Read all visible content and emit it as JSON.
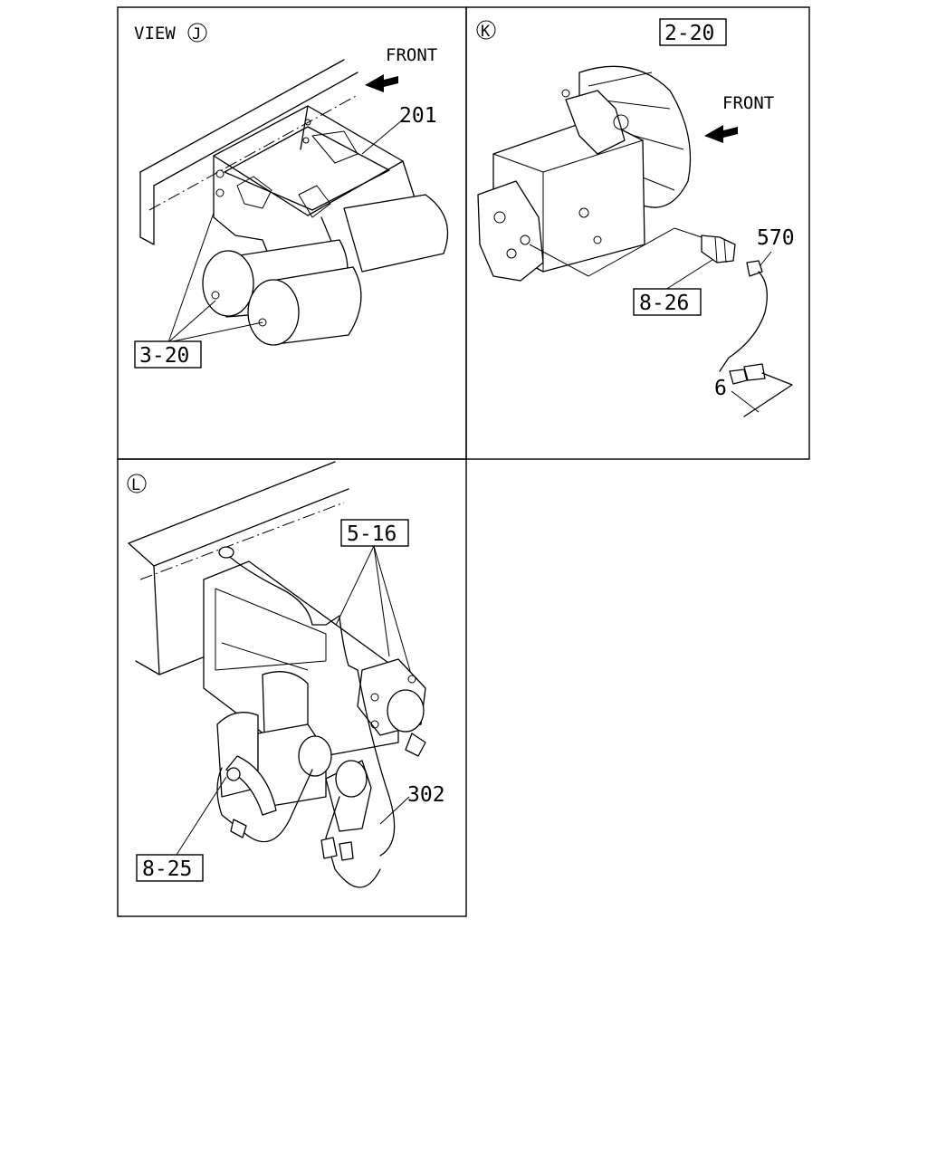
{
  "panels": {
    "J": {
      "view_word": "VIEW",
      "view_letter": "J",
      "front": "FRONT",
      "part_201": "201",
      "ref_box": "3-20"
    },
    "K": {
      "letter": "K",
      "front": "FRONT",
      "ref_box_top": "2-20",
      "ref_box_mid": "8-26",
      "part_570": "570",
      "part_6": "6"
    },
    "L": {
      "letter": "L",
      "ref_box_top": "5-16",
      "ref_box_bottom": "8-25",
      "part_302": "302"
    }
  }
}
